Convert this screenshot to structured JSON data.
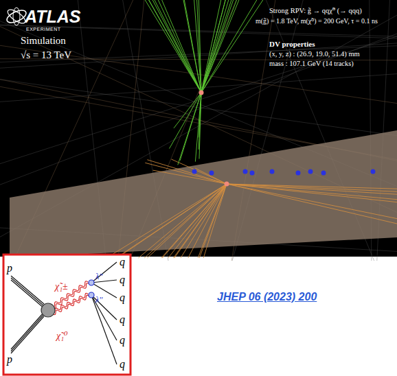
{
  "diagram": {
    "labels": [
      "ATLAS",
      "EXPERIMENT",
      "Simulation",
      "√s = 13 TeV",
      "Strong RPV: g̃ → qqχ̃⁰ (→ qqq)",
      "m(g̃) = 1.8 TeV, m(χ̃⁰) = 200 GeV, τ = 0.1 ns",
      "DV properties",
      "(x, y, z) : (26.9, 19.0, 51.4) mm",
      "mass : 107.1 GeV (14 tracks)",
      "p",
      "p",
      "χ̃₁±",
      "χ̃₁⁰",
      "λ''",
      "λ''",
      "q",
      "q",
      "q",
      "q",
      "q",
      "q",
      "JHEP 06 (2023) 200"
    ]
  }
}
